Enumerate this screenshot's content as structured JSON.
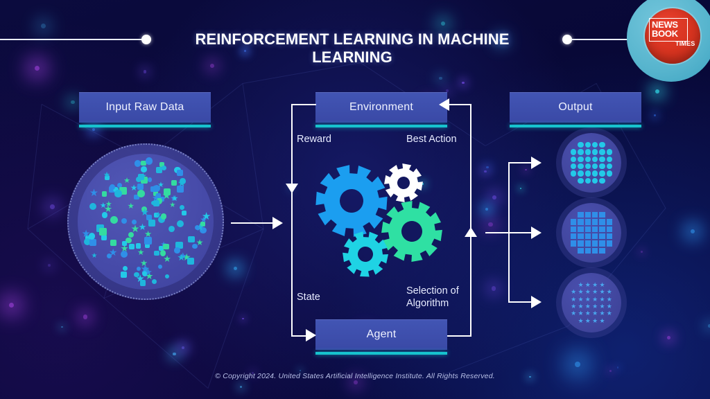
{
  "header": {
    "title": "REINFORCEMENT LEARNING IN MACHINE LEARNING",
    "line_color": "#e9edff",
    "dot_color": "#ffffff"
  },
  "logo": {
    "name": "newsbook-times-logo",
    "word_top": "NEWS",
    "word_bottom": "BOOK",
    "word_sub": "TIMES",
    "circle_color": "#d6331f",
    "ring_color": "#56b4cd"
  },
  "diagram": {
    "boxes": [
      {
        "id": "input",
        "label": "Input Raw Data"
      },
      {
        "id": "environment",
        "label": "Environment"
      },
      {
        "id": "output",
        "label": "Output"
      },
      {
        "id": "agent",
        "label": "Agent"
      }
    ],
    "loop_labels": [
      {
        "id": "reward",
        "text": "Reward"
      },
      {
        "id": "best-action",
        "text": "Best Action"
      },
      {
        "id": "state",
        "text": "State"
      },
      {
        "id": "selection-of-algorithm",
        "text": "Selection of Algorithm"
      }
    ],
    "box_fill": "#3e4daa",
    "box_underline": "#17c3ce",
    "arrow_color": "#ffffff"
  },
  "data_blob": {
    "name": "input-raw-data-visual",
    "shape_colors": [
      "#23c9e8",
      "#2f8fe8",
      "#34dba0",
      "#1fb6dd"
    ],
    "shape_kinds": [
      "square",
      "circle",
      "star"
    ]
  },
  "gears": {
    "name": "gears-cluster",
    "items": [
      {
        "id": "gear-large-blue",
        "color": "#1b9ef0",
        "teeth": 10,
        "size": 104
      },
      {
        "id": "gear-small-white",
        "color": "#ffffff",
        "teeth": 8,
        "size": 56
      },
      {
        "id": "gear-green",
        "color": "#2fe0a3",
        "teeth": 10,
        "size": 88
      },
      {
        "id": "gear-cyan",
        "color": "#1fd3e4",
        "teeth": 9,
        "size": 66
      }
    ]
  },
  "outputs": [
    {
      "id": "output-dots",
      "kind": "circle",
      "color": "#23c9e8",
      "rows": 6,
      "cols": 6
    },
    {
      "id": "output-squares",
      "kind": "square",
      "color": "#2f8fe8",
      "rows": 6,
      "cols": 6
    },
    {
      "id": "output-stars",
      "kind": "star",
      "color": "#4aa6ee",
      "rows": 6,
      "cols": 6
    }
  ],
  "footer": {
    "copyright": "© Copyright 2024. United States Artificial Intelligence Institute. All Rights Reserved."
  }
}
